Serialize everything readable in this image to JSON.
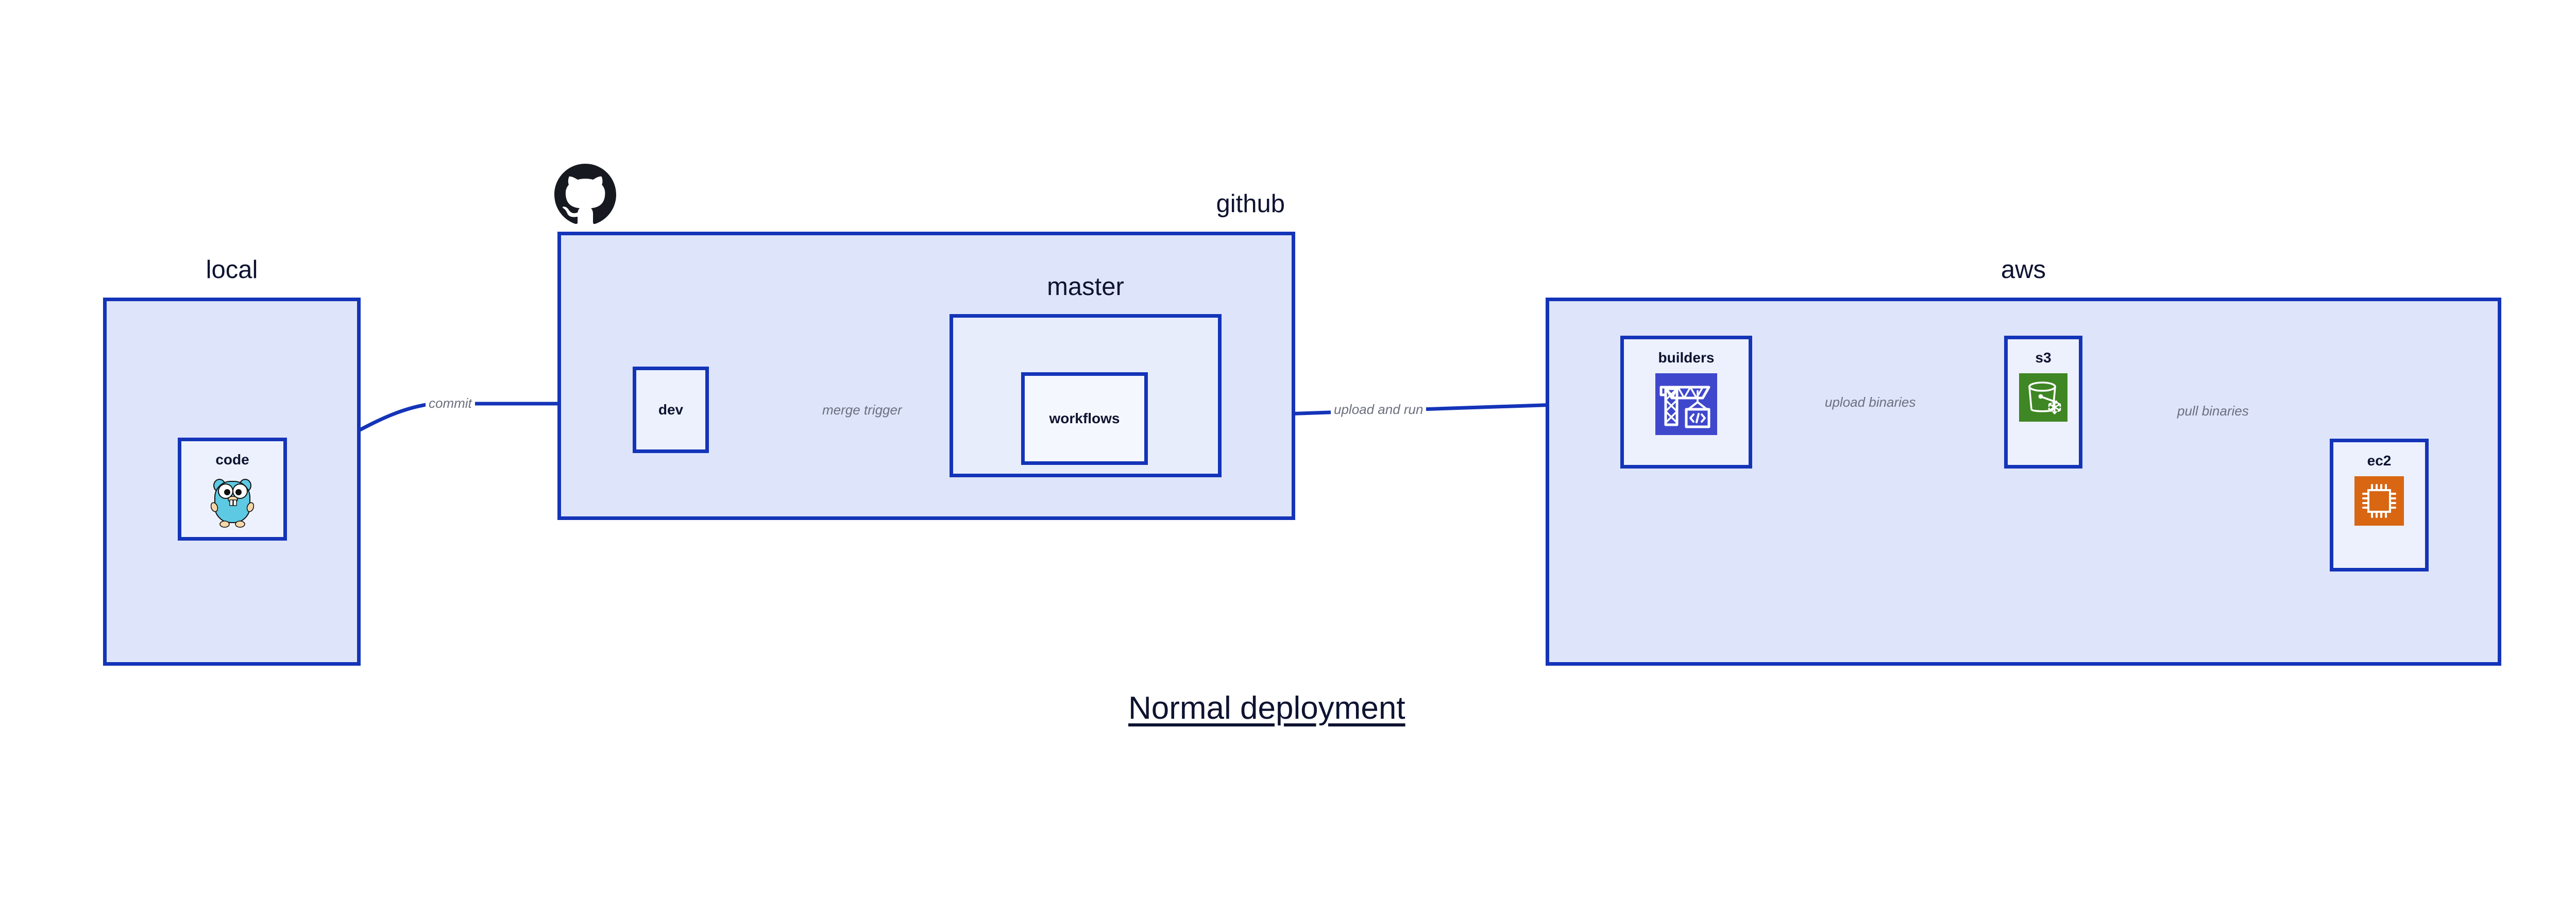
{
  "figure": {
    "title": "Normal deployment"
  },
  "colors": {
    "edge": "#1434B8",
    "group_border": "#1434B8",
    "group_fill": "#DEE5FA",
    "group_fill_nested": "#E8EDFC",
    "node_fill": "#EDF1FD",
    "node_fill_light": "#F5F7FE",
    "label_text": "#0E1330",
    "edge_label_text": "#6B707F",
    "github_logo": "#16191F",
    "aws_builders": "#3F48CC",
    "aws_s3": "#3F8624",
    "aws_ec2": "#D86613",
    "go_gopher": "#5DC9E2"
  },
  "groups": [
    {
      "id": "local",
      "label": "local",
      "label_align": "center"
    },
    {
      "id": "github",
      "label": "github",
      "label_align": "right"
    },
    {
      "id": "master",
      "label": "master",
      "label_align": "center"
    },
    {
      "id": "aws",
      "label": "aws",
      "label_align": "center"
    }
  ],
  "nodes": [
    {
      "id": "code",
      "label": "code",
      "icon": "go-gopher-icon",
      "group": "local"
    },
    {
      "id": "dev",
      "label": "dev",
      "icon": null,
      "group": "github"
    },
    {
      "id": "workflows",
      "label": "workflows",
      "icon": null,
      "group": "master"
    },
    {
      "id": "builders",
      "label": "builders",
      "icon": "aws-codebuild-icon",
      "group": "aws"
    },
    {
      "id": "s3",
      "label": "s3",
      "icon": "aws-s3-icon",
      "group": "aws"
    },
    {
      "id": "ec2",
      "label": "ec2",
      "icon": "aws-ec2-icon",
      "group": "aws"
    }
  ],
  "edges": [
    {
      "id": "commit",
      "label": "commit",
      "from": "code",
      "to": "dev"
    },
    {
      "id": "merge-trigger",
      "label": "merge trigger",
      "from": "dev",
      "to": "workflows"
    },
    {
      "id": "upload-and-run",
      "label": "upload and run",
      "from": "workflows",
      "to": "builders"
    },
    {
      "id": "upload-binaries",
      "label": "upload binaries",
      "from": "builders",
      "to": "s3"
    },
    {
      "id": "pull-binaries",
      "label": "pull binaries",
      "from": "s3",
      "to": "ec2"
    }
  ],
  "icons": {
    "github_mark": "github-octocat-icon"
  }
}
